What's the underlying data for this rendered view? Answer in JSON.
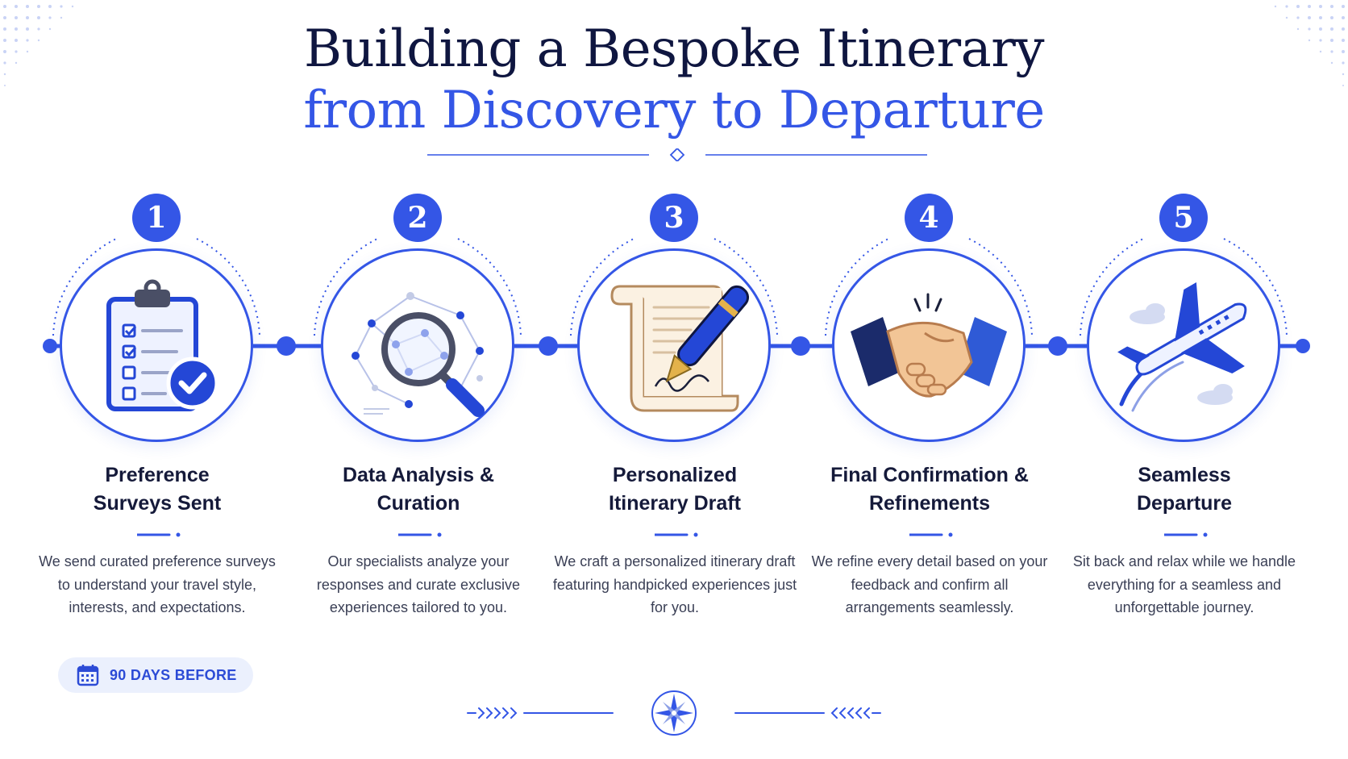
{
  "header": {
    "line1": "Building a Bespoke Itinerary",
    "line2": "from Discovery to Departure"
  },
  "colors": {
    "accent": "#3456e6",
    "navy": "#0f1640",
    "pill_bg": "#ebf0fd"
  },
  "steps": [
    {
      "number": "1",
      "title_line1": "Preference",
      "title_line2": "Surveys Sent",
      "description": "We send curated preference surveys to understand your travel style, interests, and expectations.",
      "icon": "clipboard-checklist-icon"
    },
    {
      "number": "2",
      "title_line1": "Data Analysis &",
      "title_line2": "Curation",
      "description": "Our specialists analyze your responses and curate exclusive experiences tailored to you.",
      "icon": "magnifier-network-icon"
    },
    {
      "number": "3",
      "title_line1": "Personalized",
      "title_line2": "Itinerary Draft",
      "description": "We craft a personalized itinerary draft featuring handpicked experiences just for you.",
      "icon": "scroll-pen-icon"
    },
    {
      "number": "4",
      "title_line1": "Final Confirmation &",
      "title_line2": "Refinements",
      "description": "We refine every detail based on your feedback and confirm all arrangements seamlessly.",
      "icon": "handshake-icon"
    },
    {
      "number": "5",
      "title_line1": "Seamless",
      "title_line2": "Departure",
      "description": "Sit back and relax while we handle everything for a seamless and unforgettable journey.",
      "icon": "airplane-icon"
    }
  ],
  "timing_pill": {
    "label": "90 DAYS BEFORE",
    "icon": "calendar-icon"
  },
  "footer": {
    "icon": "compass-rose-icon"
  }
}
